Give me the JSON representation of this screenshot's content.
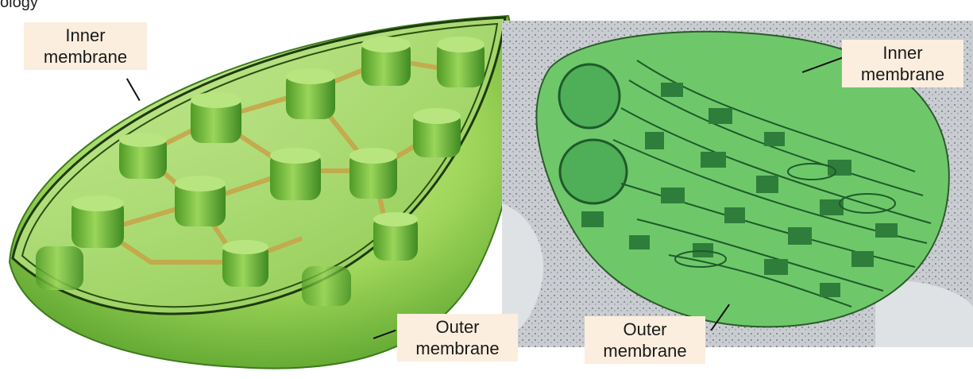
{
  "top_fragment": "ology",
  "left_illustration": {
    "inner_label": [
      "Inner",
      "membrane"
    ],
    "outer_label": [
      "Outer",
      "membrane"
    ]
  },
  "right_micrograph": {
    "inner_label": [
      "Inner",
      "membrane"
    ],
    "outer_label": [
      "Outer",
      "membrane"
    ]
  },
  "colors": {
    "label_bg": "#fbeede",
    "chloroplast_light": "#9fd65a",
    "chloroplast_dark": "#3f8a22",
    "granum": "#6fbf3a",
    "stroma_lamella": "#c6a64a",
    "micro_bg": "#c9cdd1",
    "micro_stroma": "#6ec86a",
    "micro_thylakoid": "#2f7d3a"
  }
}
